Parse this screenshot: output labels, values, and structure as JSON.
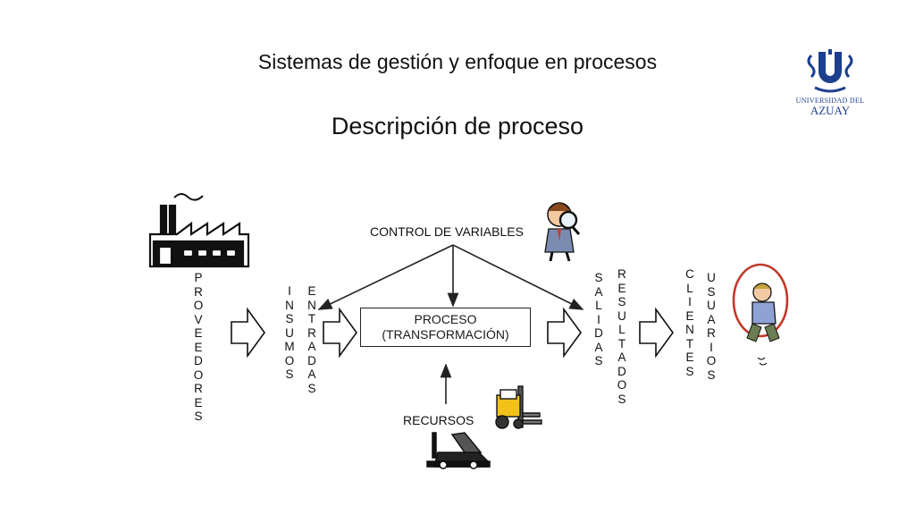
{
  "header": {
    "title": "Sistemas de gestión y enfoque en procesos",
    "subtitle": "Descripción de proceso"
  },
  "logo": {
    "line1": "UNIVERSIDAD DEL",
    "line2": "AZUAY",
    "color": "#1d3f8e"
  },
  "diagram": {
    "control_label": "CONTROL DE VARIABLES",
    "resources_label": "RECURSOS",
    "process_line1": "PROCESO",
    "process_line2": "(TRANSFORMACIÓN)",
    "vertical_labels": {
      "proveedores": "PROVEEDORES",
      "insumos": "INSUMOS",
      "entradas": "ENTRADAS",
      "salidas": "SALIDAS",
      "resultados": "RESULTADOS",
      "clientes": "CLIENTES",
      "usuarios": "USUARIOS"
    },
    "icons": {
      "factory": "factory-icon",
      "inspector": "magnifier-inspector-icon",
      "forklift": "forklift-icon",
      "machine": "machine-icon",
      "jump_rope_person": "jump-rope-person-icon"
    }
  }
}
